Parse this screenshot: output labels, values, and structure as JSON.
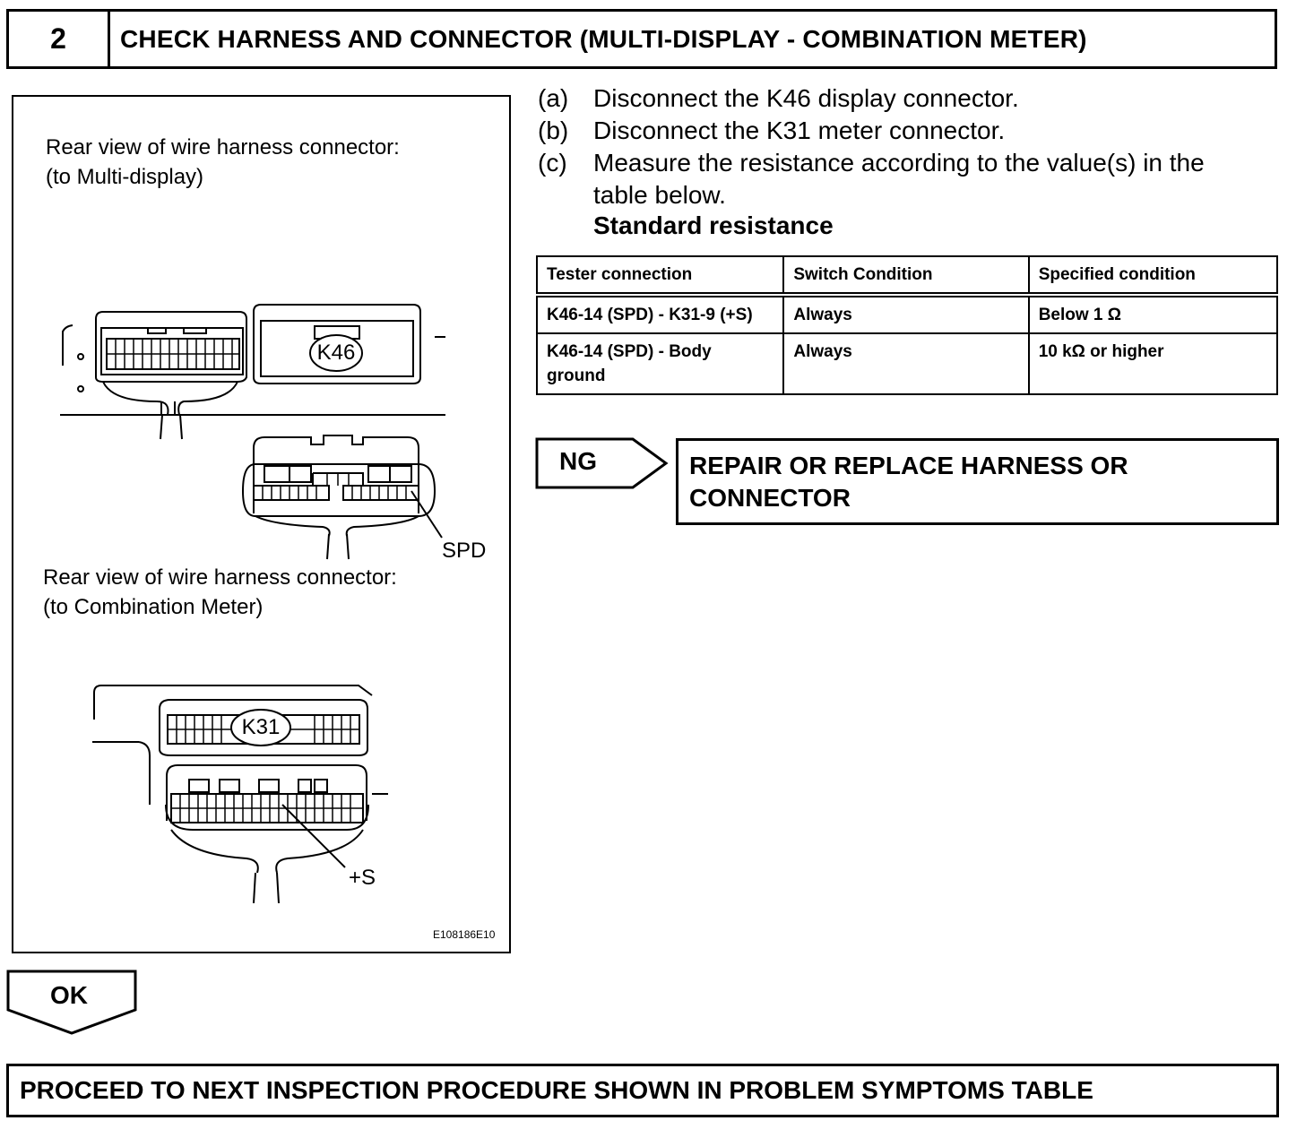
{
  "header": {
    "step_number": "2",
    "title": "CHECK HARNESS AND CONNECTOR (MULTI-DISPLAY - COMBINATION METER)"
  },
  "figure": {
    "caption_multidisplay_line1": "Rear view of wire harness connector:",
    "caption_multidisplay_line2": "(to Multi-display)",
    "caption_meter_line1": "Rear view of wire harness connector:",
    "caption_meter_line2": "(to Combination Meter)",
    "connector_k46": "K46",
    "connector_k31": "K31",
    "terminal_spd": "SPD",
    "terminal_s": "+S",
    "figure_id": "E108186E10"
  },
  "steps": [
    {
      "label": "(a)",
      "text": "Disconnect the K46 display connector."
    },
    {
      "label": "(b)",
      "text": "Disconnect the K31 meter connector."
    },
    {
      "label": "(c)",
      "text": "Measure the resistance according to the value(s) in the",
      "text2": "table below."
    }
  ],
  "standard_title": "Standard resistance",
  "table": {
    "headers": [
      "Tester connection",
      "Switch Condition",
      "Specified condition"
    ],
    "rows": [
      [
        "K46-14 (SPD) - K31-9 (+S)",
        "Always",
        "Below 1 Ω"
      ],
      [
        "K46-14 (SPD) - Body ground",
        "Always",
        "10 kΩ or higher"
      ]
    ]
  },
  "ng": {
    "label": "NG",
    "action_line1": "REPAIR OR REPLACE HARNESS OR",
    "action_line2": "CONNECTOR"
  },
  "ok": {
    "label": "OK"
  },
  "final": {
    "text": "PROCEED TO NEXT INSPECTION PROCEDURE SHOWN IN PROBLEM SYMPTOMS TABLE"
  }
}
